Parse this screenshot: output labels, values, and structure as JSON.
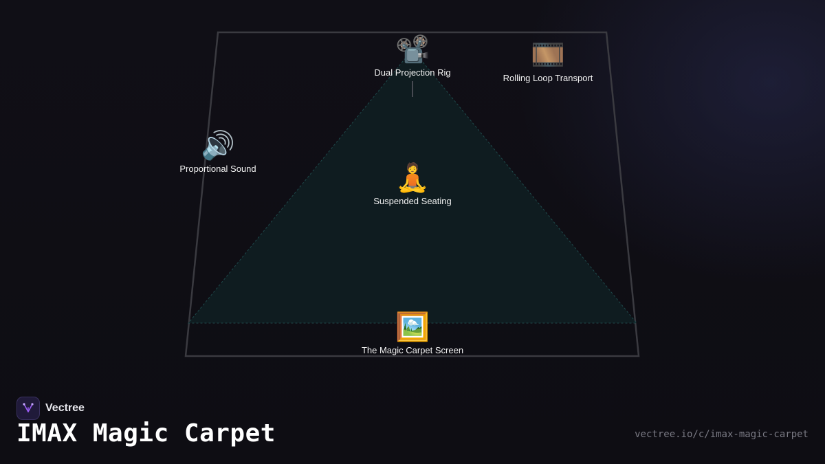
{
  "diagram": {
    "nodes": [
      {
        "id": "projection",
        "icon": "film-projector-icon",
        "glyph": "📽️",
        "label": "Dual Projection Rig"
      },
      {
        "id": "transport",
        "icon": "film-frames-icon",
        "glyph": "🎞️",
        "label": "Rolling Loop Transport"
      },
      {
        "id": "sound",
        "icon": "speaker-icon",
        "glyph": "🔊",
        "label": "Proportional Sound"
      },
      {
        "id": "seating",
        "icon": "person-meditating-icon",
        "glyph": "🧘",
        "label": "Suspended Seating"
      },
      {
        "id": "screen",
        "icon": "framed-picture-icon",
        "glyph": "🖼️",
        "label": "The Magic Carpet Screen"
      }
    ]
  },
  "brand": {
    "name": "Vectree",
    "accent": "#9b5cf6"
  },
  "title": "IMAX Magic Carpet",
  "url": "vectree.io/c/imax-magic-carpet",
  "colors": {
    "frame_stroke": "#3a3a40",
    "beam_fill": "#0f1f22",
    "beam_stroke": "#1f4a4c",
    "connector": "#5a5a62"
  }
}
